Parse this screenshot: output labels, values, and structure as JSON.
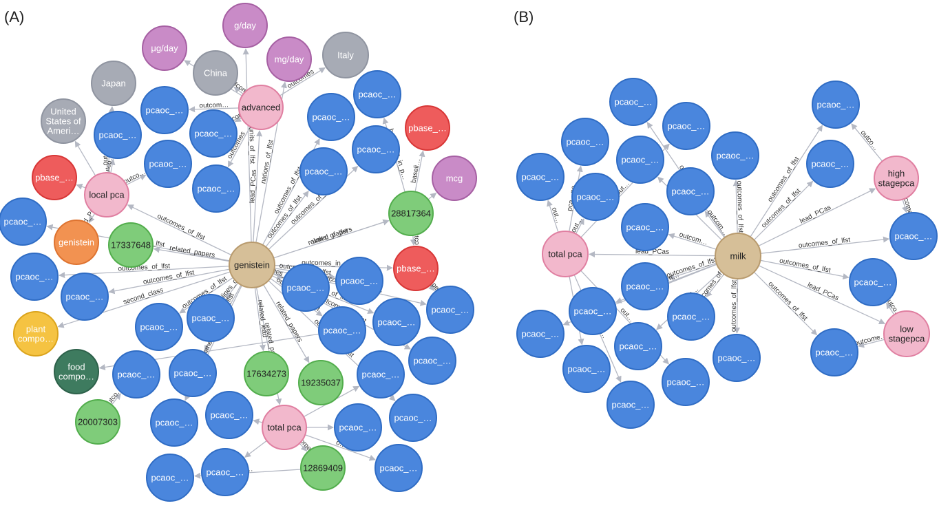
{
  "panels": {
    "a": {
      "label": "(A)",
      "nodes": [
        {
          "id": "a_gen",
          "text": "genistein",
          "type": "food"
        },
        {
          "id": "a_adv",
          "text": "advanced",
          "type": "stage"
        },
        {
          "id": "a_loc",
          "text": "local pca",
          "type": "stage"
        },
        {
          "id": "a_tot",
          "text": "total pca",
          "type": "stage"
        },
        {
          "id": "a_p1",
          "text": "17337648",
          "type": "paper"
        },
        {
          "id": "a_p2",
          "text": "28817364",
          "type": "paper"
        },
        {
          "id": "a_p3",
          "text": "17634273",
          "type": "paper"
        },
        {
          "id": "a_p4",
          "text": "19235037",
          "type": "paper"
        },
        {
          "id": "a_p5",
          "text": "12869409",
          "type": "paper"
        },
        {
          "id": "a_p6",
          "text": "20007303",
          "type": "paper"
        },
        {
          "id": "a_u1",
          "text": "g/day",
          "type": "unit"
        },
        {
          "id": "a_u2",
          "text": "μg/day",
          "type": "unit"
        },
        {
          "id": "a_u3",
          "text": "mg/day",
          "type": "unit"
        },
        {
          "id": "a_u4",
          "text": "mcg",
          "type": "unit"
        },
        {
          "id": "a_c1",
          "text": "Italy",
          "type": "country"
        },
        {
          "id": "a_c2",
          "text": "China",
          "type": "country"
        },
        {
          "id": "a_c3",
          "text": "Japan",
          "type": "country"
        },
        {
          "id": "a_c4",
          "text": "United States of Ameri…",
          "type": "country"
        },
        {
          "id": "a_b1",
          "text": "pbase_…",
          "type": "pbase"
        },
        {
          "id": "a_b2",
          "text": "pbase_…",
          "type": "pbase"
        },
        {
          "id": "a_b3",
          "text": "pbase_…",
          "type": "pbase"
        },
        {
          "id": "a_g",
          "text": "genistein",
          "type": "compound"
        },
        {
          "id": "a_pc",
          "text": "plant compo…",
          "type": "plant"
        },
        {
          "id": "a_fc",
          "text": "food compo…",
          "type": "foodclass"
        },
        {
          "id": "a_o1",
          "text": "pcaoc_…",
          "type": "outcome"
        },
        {
          "id": "a_o2",
          "text": "pcaoc_…",
          "type": "outcome"
        },
        {
          "id": "a_o3",
          "text": "pcaoc_…",
          "type": "outcome"
        },
        {
          "id": "a_o4",
          "text": "pcaoc_…",
          "type": "outcome"
        },
        {
          "id": "a_o5",
          "text": "pcaoc_…",
          "type": "outcome"
        },
        {
          "id": "a_o6",
          "text": "pcaoc_…",
          "type": "outcome"
        },
        {
          "id": "a_o7",
          "text": "pcaoc_…",
          "type": "outcome"
        },
        {
          "id": "a_o8",
          "text": "pcaoc_…",
          "type": "outcome"
        },
        {
          "id": "a_o9",
          "text": "pcaoc_…",
          "type": "outcome"
        },
        {
          "id": "a_o10",
          "text": "pcaoc_…",
          "type": "outcome"
        },
        {
          "id": "a_o11",
          "text": "pcaoc_…",
          "type": "outcome"
        },
        {
          "id": "a_o12",
          "text": "pcaoc_…",
          "type": "outcome"
        },
        {
          "id": "a_o13",
          "text": "pcaoc_…",
          "type": "outcome"
        },
        {
          "id": "a_o14",
          "text": "pcaoc_…",
          "type": "outcome"
        },
        {
          "id": "a_o15",
          "text": "pcaoc_…",
          "type": "outcome"
        },
        {
          "id": "a_o16",
          "text": "pcaoc_…",
          "type": "outcome"
        },
        {
          "id": "a_o17",
          "text": "pcaoc_…",
          "type": "outcome"
        },
        {
          "id": "a_o18",
          "text": "pcaoc_…",
          "type": "outcome"
        },
        {
          "id": "a_o19",
          "text": "pcaoc_…",
          "type": "outcome"
        },
        {
          "id": "a_o20",
          "text": "pcaoc_…",
          "type": "outcome"
        },
        {
          "id": "a_o21",
          "text": "pcaoc_…",
          "type": "outcome"
        },
        {
          "id": "a_o22",
          "text": "pcaoc_…",
          "type": "outcome"
        },
        {
          "id": "a_o23",
          "text": "pcaoc_…",
          "type": "outcome"
        },
        {
          "id": "a_o24",
          "text": "pcaoc_…",
          "type": "outcome"
        },
        {
          "id": "a_o25",
          "text": "pcaoc_…",
          "type": "outcome"
        },
        {
          "id": "a_o26",
          "text": "pcaoc_…",
          "type": "outcome"
        },
        {
          "id": "a_o27",
          "text": "pcaoc_…",
          "type": "outcome"
        },
        {
          "id": "a_o28",
          "text": "pcaoc_…",
          "type": "outcome"
        },
        {
          "id": "a_o29",
          "text": "pcaoc_…",
          "type": "outcome"
        },
        {
          "id": "a_o30",
          "text": "pcaoc_…",
          "type": "outcome"
        }
      ],
      "edges": [
        {
          "from": "a_gen",
          "to": "a_adv",
          "label": "lead_PCas"
        },
        {
          "from": "a_gen",
          "to": "a_u1",
          "label": "units_of_lfst"
        },
        {
          "from": "a_gen",
          "to": "a_u3",
          "label": "nations_of_lfst"
        },
        {
          "from": "a_gen",
          "to": "a_p2",
          "label": "units_of_lfst"
        },
        {
          "from": "a_gen",
          "to": "a_p2",
          "label": "related_papers"
        },
        {
          "from": "a_gen",
          "to": "a_b3",
          "label": "outcomes_in_papers"
        },
        {
          "from": "a_gen",
          "to": "a_loc",
          "label": "outcomes_of_lfst"
        },
        {
          "from": "a_gen",
          "to": "a_p1",
          "label": "related_papers"
        },
        {
          "from": "a_gen",
          "to": "a_tot",
          "label": "related_papers"
        },
        {
          "from": "a_gen",
          "to": "a_p3",
          "label": "related_lead"
        },
        {
          "from": "a_gen",
          "to": "a_p4",
          "label": "related_papers"
        },
        {
          "from": "a_gen",
          "to": "a_o11",
          "label": "outcomes_of_lfst"
        },
        {
          "from": "a_gen",
          "to": "a_o5",
          "label": "outcomes_of_lfst"
        },
        {
          "from": "a_gen",
          "to": "a_o10",
          "label": "outcomes_of_lfst"
        },
        {
          "from": "a_gen",
          "to": "a_o12",
          "label": "outcomes_of_lfst"
        },
        {
          "from": "a_gen",
          "to": "a_o13",
          "label": "outcomes_of_lfst"
        },
        {
          "from": "a_gen",
          "to": "a_o14",
          "label": "baselines_of_lfst"
        },
        {
          "from": "a_gen",
          "to": "a_o16",
          "label": "outcomes_of_lfst"
        },
        {
          "from": "a_gen",
          "to": "a_o17",
          "label": "outcomes_of_lfst"
        },
        {
          "from": "a_gen",
          "to": "a_o18",
          "label": "outcomes_of_lfst"
        },
        {
          "from": "a_gen",
          "to": "a_o19",
          "label": "outcomes_of_lfst"
        },
        {
          "from": "a_gen",
          "to": "a_o20",
          "label": "outcomes_in_papers"
        },
        {
          "from": "a_gen",
          "to": "a_o21",
          "label": "outcomes_of_lfst"
        },
        {
          "from": "a_gen",
          "to": "a_o22",
          "label": "outcomes_of_lfst"
        },
        {
          "from": "a_gen",
          "to": "a_o24",
          "label": "outcomes_of_lfst"
        },
        {
          "from": "a_gen",
          "to": "a_o26",
          "label": "outcomes_of_lfst"
        },
        {
          "from": "a_gen",
          "to": "a_pc",
          "label": "second_class"
        },
        {
          "from": "a_gen",
          "to": "a_o8",
          "label": "outcomes_of_lfst"
        },
        {
          "from": "a_gen",
          "to": "a_o9",
          "label": "outcomes_of_lfst"
        },
        {
          "from": "a_adv",
          "to": "a_u2",
          "label": ""
        },
        {
          "from": "a_adv",
          "to": "a_c2",
          "label": "outcomes"
        },
        {
          "from": "a_adv",
          "to": "a_c1",
          "label": "outcomes"
        },
        {
          "from": "a_adv",
          "to": "a_o3",
          "label": "outcomes"
        },
        {
          "from": "a_adv",
          "to": "a_o6",
          "label": "outcomes"
        },
        {
          "from": "a_adv",
          "to": "a_o1",
          "label": "outcom…"
        },
        {
          "from": "a_loc",
          "to": "a_c3",
          "label": "outcomes_of_lfst"
        },
        {
          "from": "a_loc",
          "to": "a_c4",
          "label": ""
        },
        {
          "from": "a_loc",
          "to": "a_b1",
          "label": ""
        },
        {
          "from": "a_loc",
          "to": "a_o7",
          "label": "outco…"
        },
        {
          "from": "a_loc",
          "to": "a_o2",
          "label": "outco…"
        },
        {
          "from": "a_loc",
          "to": "a_g",
          "label": "lead_PCas"
        },
        {
          "from": "a_p2",
          "to": "a_b2",
          "label": "baseli…"
        },
        {
          "from": "a_p2",
          "to": "a_u4",
          "label": ""
        },
        {
          "from": "a_p2",
          "to": "a_o4",
          "label": "baselines_in_p…"
        },
        {
          "from": "a_p2",
          "to": "a_b3",
          "label": "outco…"
        },
        {
          "from": "a_tot",
          "to": "a_p5",
          "label": "outcomes_of"
        },
        {
          "from": "a_tot",
          "to": "a_o27",
          "label": ""
        },
        {
          "from": "a_tot",
          "to": "a_o28",
          "label": ""
        },
        {
          "from": "a_tot",
          "to": "a_o25",
          "label": ""
        },
        {
          "from": "a_tot",
          "to": "a_o23",
          "label": ""
        },
        {
          "from": "a_tot",
          "to": "a_o29",
          "label": "o…"
        },
        {
          "from": "a_p5",
          "to": "a_o30",
          "label": "o…"
        },
        {
          "from": "a_p6",
          "to": "a_o15",
          "label": "outco…"
        },
        {
          "from": "a_b3",
          "to": "a_o20",
          "label": "papers"
        },
        {
          "from": "a_o18",
          "to": "a_fc",
          "label": ""
        }
      ]
    },
    "b": {
      "label": "(B)",
      "nodes": [
        {
          "id": "b_milk",
          "text": "milk",
          "type": "food"
        },
        {
          "id": "b_tot",
          "text": "total pca",
          "type": "stage"
        },
        {
          "id": "b_high",
          "text": "high stagepca",
          "type": "stage"
        },
        {
          "id": "b_low",
          "text": "low stagepca",
          "type": "stage"
        },
        {
          "id": "b_o1",
          "text": "pcaoc_…",
          "type": "outcome"
        },
        {
          "id": "b_o2",
          "text": "pcaoc_…",
          "type": "outcome"
        },
        {
          "id": "b_o3",
          "text": "pcaoc_…",
          "type": "outcome"
        },
        {
          "id": "b_o4",
          "text": "pcaoc_…",
          "type": "outcome"
        },
        {
          "id": "b_o5",
          "text": "pcaoc_…",
          "type": "outcome"
        },
        {
          "id": "b_o6",
          "text": "pcaoc_…",
          "type": "outcome"
        },
        {
          "id": "b_o7",
          "text": "pcaoc_…",
          "type": "outcome"
        },
        {
          "id": "b_o8",
          "text": "pcaoc_…",
          "type": "outcome"
        },
        {
          "id": "b_o9",
          "text": "pcaoc_…",
          "type": "outcome"
        },
        {
          "id": "b_o10",
          "text": "pcaoc_…",
          "type": "outcome"
        },
        {
          "id": "b_o11",
          "text": "pcaoc_…",
          "type": "outcome"
        },
        {
          "id": "b_o12",
          "text": "pcaoc_…",
          "type": "outcome"
        },
        {
          "id": "b_o13",
          "text": "pcaoc_…",
          "type": "outcome"
        },
        {
          "id": "b_o14",
          "text": "pcaoc_…",
          "type": "outcome"
        },
        {
          "id": "b_o15",
          "text": "pcaoc_…",
          "type": "outcome"
        },
        {
          "id": "b_o16",
          "text": "pcaoc_…",
          "type": "outcome"
        },
        {
          "id": "b_o17",
          "text": "pcaoc_…",
          "type": "outcome"
        },
        {
          "id": "b_o18",
          "text": "pcaoc_…",
          "type": "outcome"
        },
        {
          "id": "b_o19",
          "text": "pcaoc_…",
          "type": "outcome"
        },
        {
          "id": "b_o20",
          "text": "pcaoc_…",
          "type": "outcome"
        },
        {
          "id": "b_o21",
          "text": "pcaoc_…",
          "type": "outcome"
        },
        {
          "id": "b_o22",
          "text": "pcaoc_…",
          "type": "outcome"
        },
        {
          "id": "b_o23",
          "text": "pcaoc_…",
          "type": "outcome"
        }
      ],
      "edges": [
        {
          "from": "b_milk",
          "to": "b_tot",
          "label": "lead_PCas"
        },
        {
          "from": "b_milk",
          "to": "b_high",
          "label": "lead_PCas"
        },
        {
          "from": "b_milk",
          "to": "b_low",
          "label": "lead_PCas"
        },
        {
          "from": "b_milk",
          "to": "b_o1",
          "label": "outcom…"
        },
        {
          "from": "b_milk",
          "to": "b_o6",
          "label": ""
        },
        {
          "from": "b_milk",
          "to": "b_o7",
          "label": "outcomes_of_lfst"
        },
        {
          "from": "b_milk",
          "to": "b_o8",
          "label": "outcom…"
        },
        {
          "from": "b_milk",
          "to": "b_o9",
          "label": "outcom…"
        },
        {
          "from": "b_milk",
          "to": "b_o10",
          "label": "outcomes_of_lfst"
        },
        {
          "from": "b_milk",
          "to": "b_o11",
          "label": "outcom…"
        },
        {
          "from": "b_milk",
          "to": "b_o12",
          "label": "outcomes_of_lfst"
        },
        {
          "from": "b_milk",
          "to": "b_o13",
          "label": "outcom…"
        },
        {
          "from": "b_milk",
          "to": "b_o14",
          "label": "outcom…"
        },
        {
          "from": "b_milk",
          "to": "b_o15",
          "label": "outcomes_of_lfst"
        },
        {
          "from": "b_milk",
          "to": "b_o19",
          "label": "outcomes_of_lfst"
        },
        {
          "from": "b_milk",
          "to": "b_o20",
          "label": "outcomes_of_lfst"
        },
        {
          "from": "b_milk",
          "to": "b_o21",
          "label": "outcomes_of_lfst"
        },
        {
          "from": "b_milk",
          "to": "b_o22",
          "label": "outcomes_of_lfst"
        },
        {
          "from": "b_milk",
          "to": "b_o23",
          "label": "outcomes_of_lfst"
        },
        {
          "from": "b_tot",
          "to": "b_o2",
          "label": "pca…pe"
        },
        {
          "from": "b_tot",
          "to": "b_o3",
          "label": "out…"
        },
        {
          "from": "b_tot",
          "to": "b_o4",
          "label": "out…"
        },
        {
          "from": "b_tot",
          "to": "b_o5",
          "label": "out…"
        },
        {
          "from": "b_tot",
          "to": "b_o16",
          "label": "pca…pe"
        },
        {
          "from": "b_tot",
          "to": "b_o17",
          "label": "out…"
        },
        {
          "from": "b_tot",
          "to": "b_o18",
          "label": "outco…"
        },
        {
          "from": "b_high",
          "to": "b_o19",
          "label": "outco…"
        },
        {
          "from": "b_high",
          "to": "b_o21",
          "label": "outcome…"
        },
        {
          "from": "b_low",
          "to": "b_o22",
          "label": "outco…"
        },
        {
          "from": "b_low",
          "to": "b_o23",
          "label": "outcome…"
        }
      ]
    }
  },
  "colors": {
    "outcome": {
      "fill": "#4a86dd",
      "stroke": "#2f6cc4"
    },
    "stage": {
      "fill": "#f2b8cc",
      "stroke": "#e07fa1"
    },
    "food": {
      "fill": "#d6bf98",
      "stroke": "#b89a6d"
    },
    "paper": {
      "fill": "#7fcc7a",
      "stroke": "#52ad4c"
    },
    "unit": {
      "fill": "#c98bc7",
      "stroke": "#a660a3"
    },
    "country": {
      "fill": "#a7abb5",
      "stroke": "#8f94a0"
    },
    "pbase": {
      "fill": "#ee5c5c",
      "stroke": "#d83737"
    },
    "compound": {
      "fill": "#f29251",
      "stroke": "#de7330"
    },
    "plant": {
      "fill": "#f5c342",
      "stroke": "#dba41c"
    },
    "foodclass": {
      "fill": "#3e7b5f",
      "stroke": "#2d614a"
    },
    "edge": "#b4b8c3"
  }
}
